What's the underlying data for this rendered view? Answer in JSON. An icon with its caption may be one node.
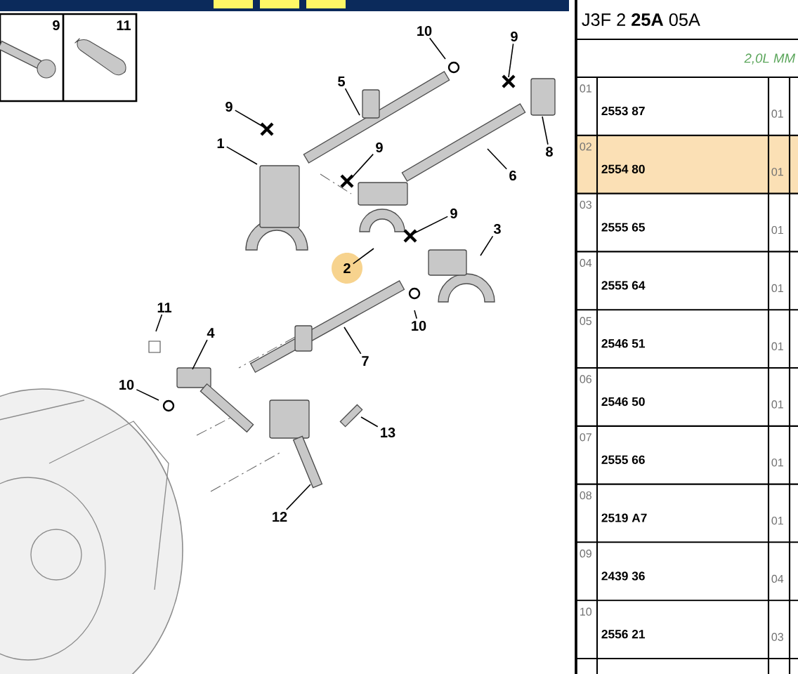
{
  "diagram": {
    "nodes": [
      {
        "text": [
          "10"
        ]
      },
      {
        "text": [
          "9"
        ]
      },
      {
        "text": [
          "5"
        ]
      },
      {
        "text": [
          "9"
        ]
      },
      {
        "text": [
          "1"
        ]
      },
      {
        "text": [
          "9"
        ]
      },
      {
        "text": [
          "8"
        ]
      },
      {
        "text": [
          "6"
        ]
      },
      {
        "text": [
          "9"
        ]
      },
      {
        "text": [
          "3"
        ]
      },
      {
        "text": [
          "2"
        ]
      },
      {
        "text": [
          "11"
        ]
      },
      {
        "text": [
          "10"
        ]
      },
      {
        "text": [
          "4"
        ]
      },
      {
        "text": [
          "7"
        ]
      },
      {
        "text": [
          "10"
        ]
      },
      {
        "text": [
          "13"
        ]
      },
      {
        "text": [
          "12"
        ]
      }
    ],
    "edges": [
      {
        "from": 0,
        "to": null,
        "arrow": "none"
      },
      {
        "from": 1,
        "to": null,
        "arrow": "none"
      },
      {
        "from": 2,
        "to": null,
        "arrow": "none"
      },
      {
        "from": 3,
        "to": null,
        "arrow": "none"
      },
      {
        "from": 4,
        "to": null,
        "arrow": "none"
      },
      {
        "from": 5,
        "to": null,
        "arrow": "none"
      },
      {
        "from": 6,
        "to": null,
        "arrow": "none"
      },
      {
        "from": 7,
        "to": null,
        "arrow": "none"
      },
      {
        "from": 8,
        "to": null,
        "arrow": "none"
      },
      {
        "from": 9,
        "to": null,
        "arrow": "none"
      },
      {
        "from": 10,
        "to": null,
        "arrow": "none"
      },
      {
        "from": 11,
        "to": null,
        "arrow": "none"
      },
      {
        "from": 12,
        "to": null,
        "arrow": "none"
      },
      {
        "from": 13,
        "to": null,
        "arrow": "none"
      },
      {
        "from": 14,
        "to": null,
        "arrow": "none"
      },
      {
        "from": 15,
        "to": null,
        "arrow": "none"
      },
      {
        "from": 16,
        "to": null,
        "arrow": "none"
      },
      {
        "from": 17,
        "to": null,
        "arrow": "none"
      }
    ],
    "labels": [
      "9",
      "11",
      "J3F 2 **25A** 05A",
      "2,0L MM",
      "01",
      "2553 87",
      "01",
      "02",
      "2554 80",
      "01",
      "03",
      "2555 65",
      "01",
      "04",
      "2555 64",
      "01",
      "05",
      "2546 51",
      "01",
      "06",
      "2546 50",
      "01",
      "07",
      "2555 66",
      "01",
      "08",
      "2519 A7",
      "01",
      "09",
      "2439 36",
      "04",
      "10",
      "2556 21",
      "03"
    ]
  }
}
